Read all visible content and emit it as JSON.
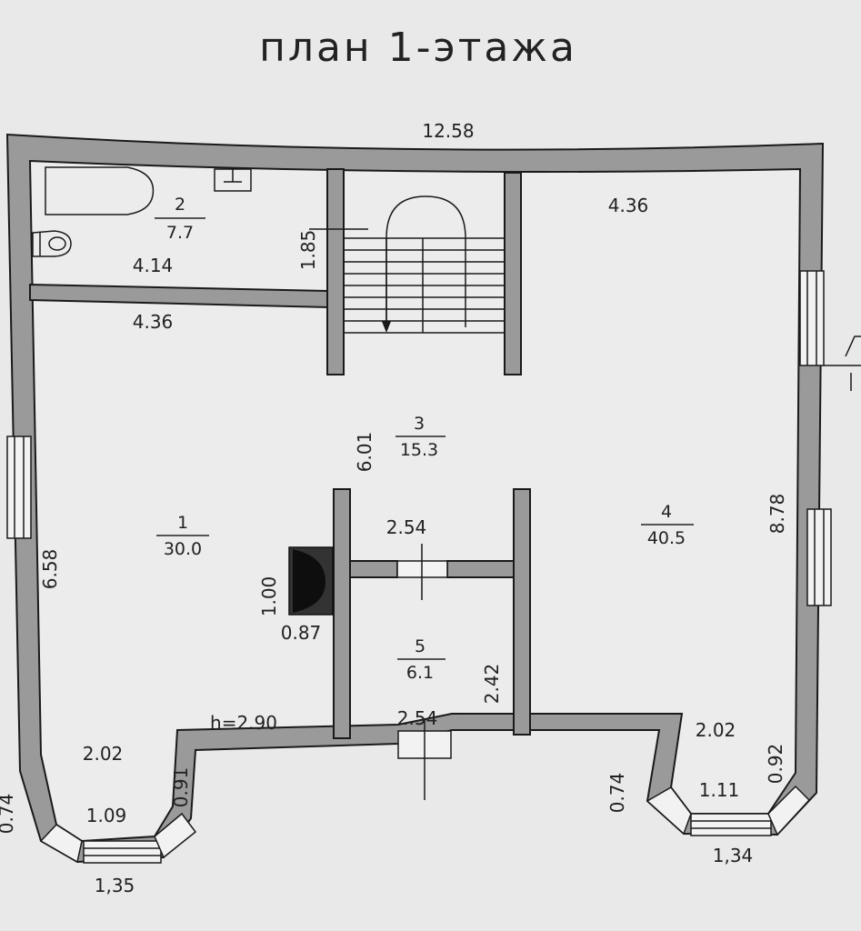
{
  "title": "план 1-этажа",
  "height_note": "h=2.90",
  "rooms": [
    {
      "number": "1",
      "area": "30.0"
    },
    {
      "number": "2",
      "area": "7.7"
    },
    {
      "number": "3",
      "area": "15.3"
    },
    {
      "number": "4",
      "area": "40.5"
    },
    {
      "number": "5",
      "area": "6.1"
    }
  ],
  "dimensions": {
    "top_width": "12.58",
    "bath_width": "4.14",
    "room1_top": "4.36",
    "room4_top": "4.36",
    "stair_side": "1.85",
    "hall_depth": "6.01",
    "left_wall": "6.58",
    "right_wall": "8.78",
    "partition_top": "2.54",
    "partition_bottom": "2.54",
    "fireplace_width": "1.00",
    "fireplace_depth": "0.87",
    "room5_side": "2.42",
    "bay_left_top": "2.02",
    "bay_right_top": "2.02",
    "bay_left_side": "0.91",
    "bay_left_outer": "0.74",
    "bay_left_mid": "1.09",
    "bay_left_bottom": "1,35",
    "bay_right_side_left": "0.74",
    "bay_right_side_right": "0.92",
    "bay_right_mid": "1.11",
    "bay_right_bottom": "1,34"
  }
}
